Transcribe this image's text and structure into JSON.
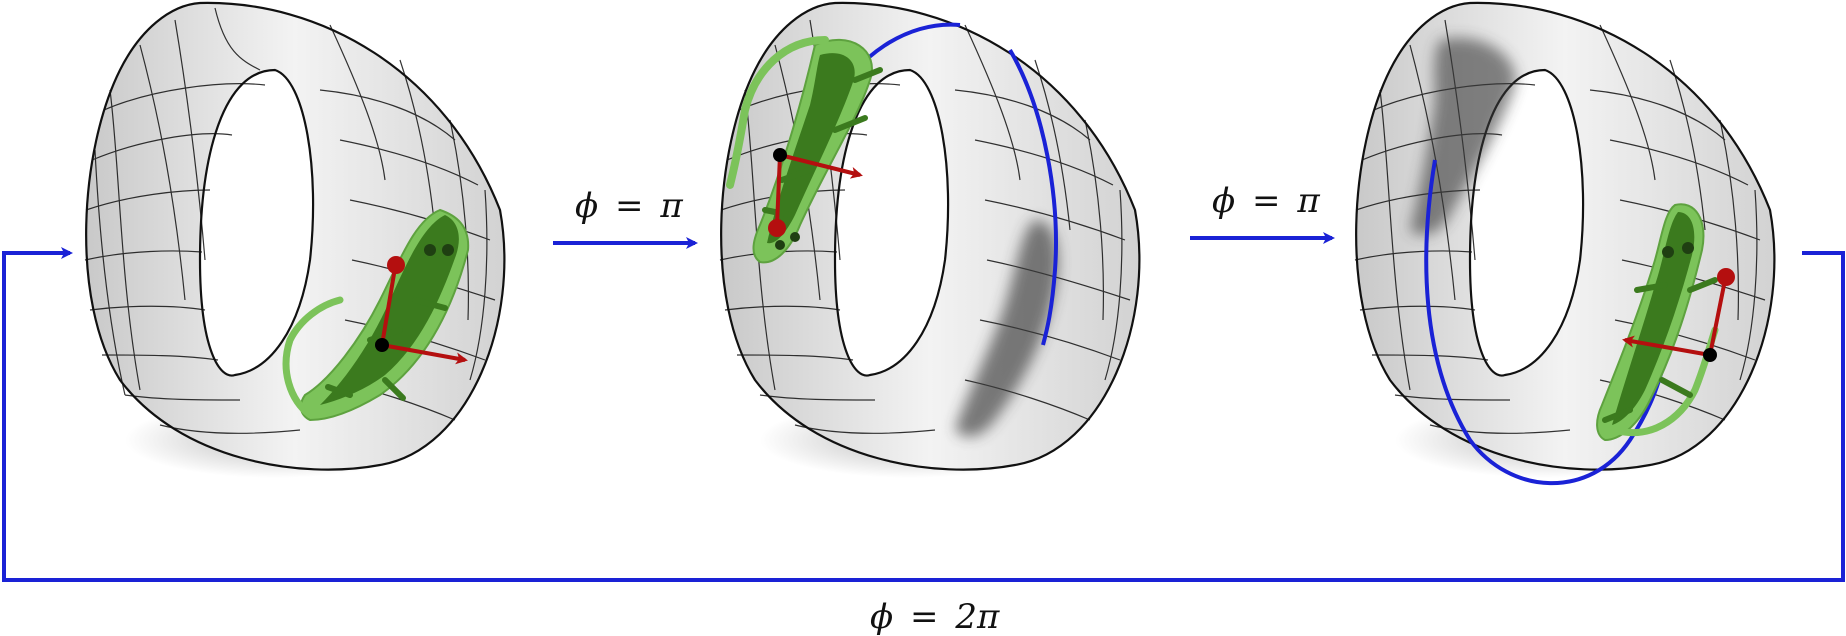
{
  "labels": {
    "step1_phi": "ϕ",
    "step1_eq": "=",
    "step1_val": "π",
    "step2_phi": "ϕ",
    "step2_eq": "=",
    "step2_val": "π",
    "loop_phi": "ϕ",
    "loop_eq": "=",
    "loop_val": "2π"
  },
  "colors": {
    "arrow_blue": "#1a22d6",
    "frame_red": "#b40f0f",
    "lizard_dark": "#3b7a1e",
    "lizard_light": "#7cc35a",
    "ring_line": "#111111",
    "shadow": "#7d7d7d"
  },
  "panels": [
    {
      "name": "ring-1-start"
    },
    {
      "name": "ring-2-after-first-pi"
    },
    {
      "name": "ring-3-after-second-pi"
    }
  ]
}
